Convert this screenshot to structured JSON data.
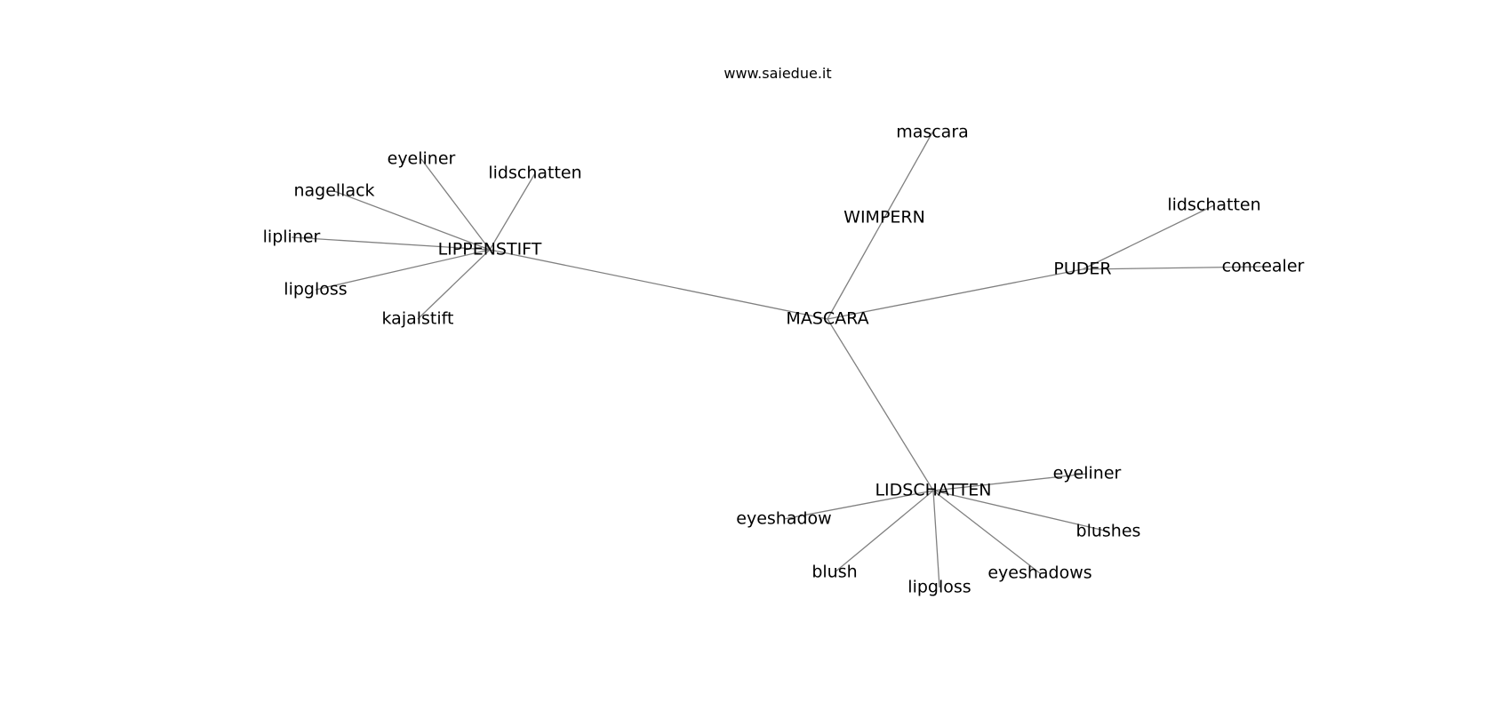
{
  "header": {
    "site": "www.saiedue.it"
  },
  "graph": {
    "edge_color": "#808080",
    "text_color": "#000000",
    "nodes": [
      {
        "id": "mascara_hub",
        "label": "MASCARA"
      },
      {
        "id": "lippenstift",
        "label": "LIPPENSTIFT"
      },
      {
        "id": "wimpern",
        "label": "WIMPERN"
      },
      {
        "id": "puder",
        "label": "PUDER"
      },
      {
        "id": "lidschatten_hub",
        "label": "LIDSCHATTEN"
      },
      {
        "id": "l_eyeliner",
        "label": "eyeliner"
      },
      {
        "id": "l_lidschatten",
        "label": "lidschatten"
      },
      {
        "id": "l_nagellack",
        "label": "nagellack"
      },
      {
        "id": "l_lipliner",
        "label": "lipliner"
      },
      {
        "id": "l_lipgloss",
        "label": "lipgloss"
      },
      {
        "id": "l_kajalstift",
        "label": "kajalstift"
      },
      {
        "id": "w_mascara",
        "label": "mascara"
      },
      {
        "id": "p_lidschatten",
        "label": "lidschatten"
      },
      {
        "id": "p_concealer",
        "label": "concealer"
      },
      {
        "id": "ls_eyeliner",
        "label": "eyeliner"
      },
      {
        "id": "ls_eyeshadow",
        "label": "eyeshadow"
      },
      {
        "id": "ls_blushes",
        "label": "blushes"
      },
      {
        "id": "ls_blush",
        "label": "blush"
      },
      {
        "id": "ls_lipgloss",
        "label": "lipgloss"
      },
      {
        "id": "ls_eyeshadows",
        "label": "eyeshadows"
      }
    ],
    "edges": [
      [
        "mascara_hub",
        "lippenstift"
      ],
      [
        "mascara_hub",
        "wimpern"
      ],
      [
        "mascara_hub",
        "puder"
      ],
      [
        "mascara_hub",
        "lidschatten_hub"
      ],
      [
        "lippenstift",
        "l_eyeliner"
      ],
      [
        "lippenstift",
        "l_lidschatten"
      ],
      [
        "lippenstift",
        "l_nagellack"
      ],
      [
        "lippenstift",
        "l_lipliner"
      ],
      [
        "lippenstift",
        "l_lipgloss"
      ],
      [
        "lippenstift",
        "l_kajalstift"
      ],
      [
        "wimpern",
        "w_mascara"
      ],
      [
        "puder",
        "p_lidschatten"
      ],
      [
        "puder",
        "p_concealer"
      ],
      [
        "lidschatten_hub",
        "ls_eyeliner"
      ],
      [
        "lidschatten_hub",
        "ls_eyeshadow"
      ],
      [
        "lidschatten_hub",
        "ls_blushes"
      ],
      [
        "lidschatten_hub",
        "ls_blush"
      ],
      [
        "lidschatten_hub",
        "ls_lipgloss"
      ],
      [
        "lidschatten_hub",
        "ls_eyeshadows"
      ]
    ]
  }
}
